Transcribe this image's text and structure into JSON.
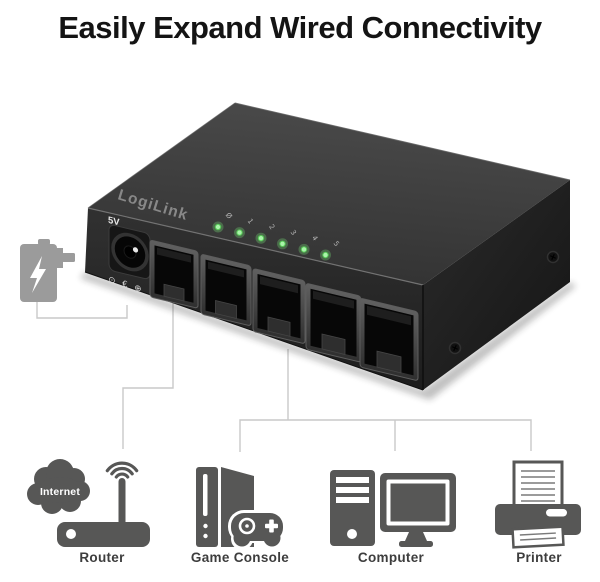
{
  "title": "Easily Expand Wired Connectivity",
  "switch": {
    "brand": "LogiLink",
    "power_input_label": "5V",
    "led_labels": [
      "Ø",
      "1",
      "2",
      "3",
      "4",
      "5"
    ],
    "certification_marks": [
      "⊙",
      "€",
      "⊕"
    ],
    "port_count": 5
  },
  "peripherals": {
    "internet_cloud_label": "Internet",
    "items": [
      {
        "label": "Router"
      },
      {
        "label": "Game Console"
      },
      {
        "label": "Computer"
      },
      {
        "label": "Printer"
      }
    ]
  },
  "colors": {
    "background": "#ffffff",
    "title_text": "#141414",
    "switch_top": "#3e3e3e",
    "switch_front": "#272727",
    "switch_side": "#1d1d1d",
    "led_green": "#8ee98e",
    "icon_gray": "#575756",
    "connector_line": "#c9c9c9",
    "label_text": "#3d3d3d"
  }
}
